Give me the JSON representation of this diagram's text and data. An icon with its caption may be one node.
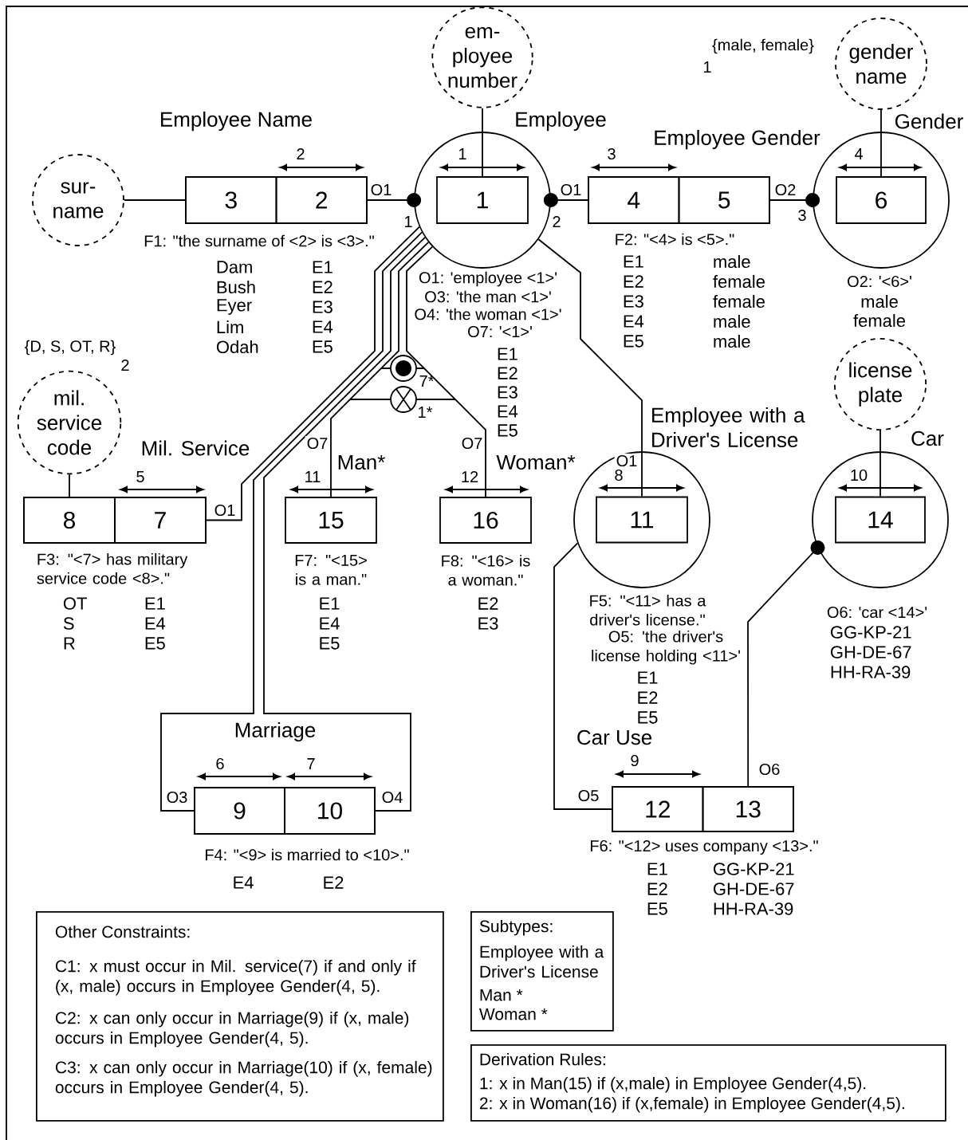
{
  "diagram": {
    "nodes": [
      {
        "text": [
          "em- ployee number"
        ]
      },
      {
        "text": [
          "Employee"
        ],
        "beside": [
          "O1: 'employee <1>'",
          "O3: 'the man <1>'",
          "O4: 'the woman <1>'",
          "O7: '<1>'"
        ]
      },
      {
        "text": [
          "1"
        ],
        "in": 1
      },
      {
        "text": [
          "gender name"
        ]
      },
      {
        "text": [
          "Gender"
        ],
        "beside": [
          "O2: '<6>'"
        ]
      },
      {
        "text": [
          "6"
        ],
        "in": 4
      },
      {
        "text": [
          "sur- name"
        ]
      },
      {
        "text": [
          "Employee Name"
        ],
        "beside": [
          "F1: \"the surname of <2> is <3>.\""
        ]
      },
      {
        "text": [
          "3"
        ],
        "in": 7
      },
      {
        "text": [
          "2"
        ],
        "in": 7
      },
      {
        "text": [
          "Employee Gender"
        ],
        "beside": [
          "F2: \"<4> is <5>.\""
        ]
      },
      {
        "text": [
          "4"
        ],
        "in": 10
      },
      {
        "text": [
          "5"
        ],
        "in": 10
      },
      {
        "text": [
          "mil. service code"
        ]
      },
      {
        "text": [
          "Mil. Service"
        ],
        "beside": [
          "F3: \"<7> has military service code <8>.\""
        ]
      },
      {
        "text": [
          "8"
        ],
        "in": 14
      },
      {
        "text": [
          "7"
        ],
        "in": 14
      },
      {
        "text": [
          "15"
        ],
        "beside": [
          "Man*",
          "F7: \"<15> is a man.\""
        ]
      },
      {
        "text": [
          "16"
        ],
        "beside": [
          "Woman*",
          "F8: \"<16> is a woman.\""
        ]
      },
      {
        "text": [
          "Employee with a Driver's License"
        ],
        "beside": [
          "F5: \"<11> has a driver's license.\"",
          "O5: 'the driver's license holding <11>'"
        ]
      },
      {
        "text": [
          "11"
        ],
        "in": 19
      },
      {
        "text": [
          "license plate"
        ]
      },
      {
        "text": [
          "Car"
        ],
        "beside": [
          "O6: 'car <14>'"
        ]
      },
      {
        "text": [
          "14"
        ],
        "in": 22
      },
      {
        "text": [
          "Marriage"
        ],
        "beside": [
          "F4: \"<9> is married to <10>.\""
        ]
      },
      {
        "text": [
          "9"
        ],
        "in": 24
      },
      {
        "text": [
          "10"
        ],
        "in": 24
      },
      {
        "text": [
          "Car Use"
        ],
        "beside": [
          "F6: \"<12> uses company <13>.\""
        ]
      },
      {
        "text": [
          "12"
        ],
        "in": 27
      },
      {
        "text": [
          "13"
        ],
        "in": 27
      },
      {
        "text": [
          "Other Constraints:",
          "C1: x must occur in Mil. service(7) if and only if (x, male) occurs in Employee Gender(4, 5).",
          "C2: x can only occur in Marriage(9) if (x, male) occurs in Employee Gender(4, 5).",
          "C3: x can only occur in Marriage(10) if (x, female) occurs in Employee Gender(4, 5)."
        ]
      },
      {
        "text": [
          "Subtypes:",
          "Employee with a Driver's License",
          "Man *",
          "Woman *"
        ]
      },
      {
        "text": [
          "Derivation Rules:",
          "1: x in Man(15) if (x,male) in Employee Gender(4,5).",
          "2: x in Woman(16) if (x,female) in Employee Gender(4,5)."
        ]
      }
    ],
    "edges": [
      {
        "from": 6,
        "to": 8,
        "arrow": "none"
      },
      {
        "from": 9,
        "to": 1,
        "arrow": "other",
        "label": "O1"
      },
      {
        "from": 11,
        "to": 1,
        "arrow": "other",
        "label": "O1"
      },
      {
        "from": 12,
        "to": 4,
        "arrow": "other",
        "label": "O2"
      },
      {
        "from": 0,
        "to": 2,
        "arrow": "none"
      },
      {
        "from": 3,
        "to": 5,
        "arrow": "none"
      },
      {
        "from": 13,
        "to": 15,
        "arrow": "none"
      },
      {
        "from": 21,
        "to": 23,
        "arrow": "none"
      },
      {
        "from": 16,
        "to": 1,
        "arrow": "none",
        "label": "O1"
      },
      {
        "from": 1,
        "to": 25,
        "arrow": "none",
        "label": "O3"
      },
      {
        "from": 1,
        "to": 26,
        "arrow": "none",
        "label": "O4"
      },
      {
        "from": 1,
        "to": 17,
        "arrow": "none",
        "label": "O7"
      },
      {
        "from": 1,
        "to": 18,
        "arrow": "none",
        "label": "O7"
      },
      {
        "from": 1,
        "to": 20,
        "arrow": "none",
        "label": "O1"
      },
      {
        "from": 19,
        "to": 28,
        "arrow": "none",
        "label": "O5"
      },
      {
        "from": 29,
        "to": 22,
        "arrow": "other",
        "label": "O6"
      }
    ],
    "labels": [
      "1",
      "{male, female}",
      "2",
      "1",
      "3",
      "4",
      "1",
      "2",
      "3",
      "Dam",
      "E1",
      "Bush",
      "E2",
      "Eyer",
      "E3",
      "Lim",
      "E4",
      "Odah",
      "E5",
      "E1",
      "male",
      "E2",
      "female",
      "E3",
      "female",
      "E4",
      "male",
      "E5",
      "male",
      "male",
      "female",
      "E1",
      "E2",
      "E3",
      "E4",
      "E5",
      "{D, S, OT, R}",
      "2",
      "7*",
      "1*",
      "5",
      "11",
      "12",
      "8",
      "10",
      "OT",
      "E1",
      "S",
      "E4",
      "R",
      "E5",
      "E1",
      "E4",
      "E5",
      "E2",
      "E3",
      "GG-KP-21",
      "GH-DE-67",
      "HH-RA-39",
      "E1",
      "E2",
      "E5",
      "6",
      "7",
      "9",
      "E4",
      "E2",
      "E1",
      "GG-KP-21",
      "E2",
      "GH-DE-67",
      "E5",
      "HH-RA-39"
    ]
  }
}
